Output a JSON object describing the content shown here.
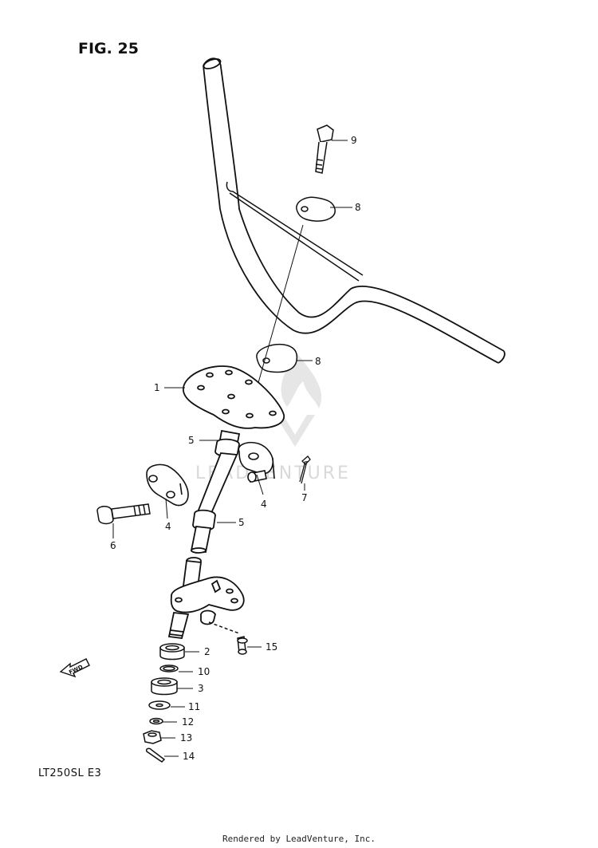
{
  "figure": {
    "title": "FIG. 25"
  },
  "model": "LT250SL  E3",
  "footer": "Rendered by LeadVenture, Inc.",
  "watermark": "LEADVENTURE",
  "fwd_label": "FWD",
  "callouts": [
    {
      "id": "c1",
      "label": "1"
    },
    {
      "id": "c2",
      "label": "2"
    },
    {
      "id": "c3",
      "label": "3"
    },
    {
      "id": "c4a",
      "label": "4"
    },
    {
      "id": "c4b",
      "label": "4"
    },
    {
      "id": "c5a",
      "label": "5"
    },
    {
      "id": "c5b",
      "label": "5"
    },
    {
      "id": "c6",
      "label": "6"
    },
    {
      "id": "c7",
      "label": "7"
    },
    {
      "id": "c8a",
      "label": "8"
    },
    {
      "id": "c8b",
      "label": "8"
    },
    {
      "id": "c9",
      "label": "9"
    },
    {
      "id": "c10",
      "label": "10"
    },
    {
      "id": "c11",
      "label": "11"
    },
    {
      "id": "c12",
      "label": "12"
    },
    {
      "id": "c13",
      "label": "13"
    },
    {
      "id": "c14",
      "label": "14"
    },
    {
      "id": "c15",
      "label": "15"
    }
  ]
}
